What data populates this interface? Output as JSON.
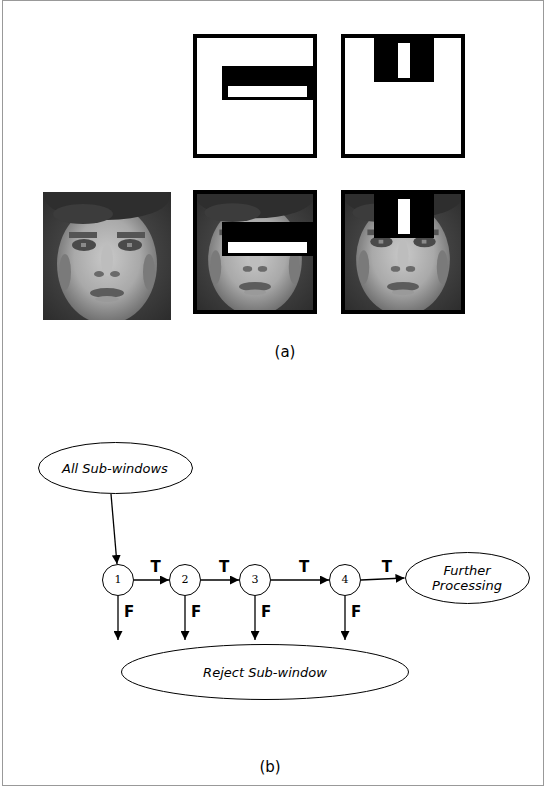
{
  "diagram": {
    "nodes": [
      {
        "text": [
          "All Sub-windows"
        ]
      },
      {
        "text": [
          "1"
        ]
      },
      {
        "text": [
          "2"
        ]
      },
      {
        "text": [
          "3"
        ]
      },
      {
        "text": [
          "4"
        ]
      },
      {
        "text": [
          "Further Processing"
        ]
      },
      {
        "text": [
          "Reject Sub-window"
        ]
      }
    ],
    "edges": [
      {
        "from": 0,
        "to": 1,
        "arrow": "to"
      },
      {
        "from": 1,
        "to": 2,
        "label": "T",
        "arrow": "to"
      },
      {
        "from": 2,
        "to": 3,
        "label": "T",
        "arrow": "to"
      },
      {
        "from": 3,
        "to": 4,
        "label": "T",
        "arrow": "to"
      },
      {
        "from": 4,
        "to": 5,
        "label": "T",
        "arrow": "to"
      },
      {
        "from": 1,
        "to": 6,
        "label": "F",
        "arrow": "to"
      },
      {
        "from": 2,
        "to": 6,
        "label": "F",
        "arrow": "to"
      },
      {
        "from": 3,
        "to": 6,
        "label": "F",
        "arrow": "to"
      },
      {
        "from": 4,
        "to": 6,
        "label": "F",
        "arrow": "to"
      }
    ],
    "labels": [
      "(a)",
      "(b)"
    ]
  }
}
